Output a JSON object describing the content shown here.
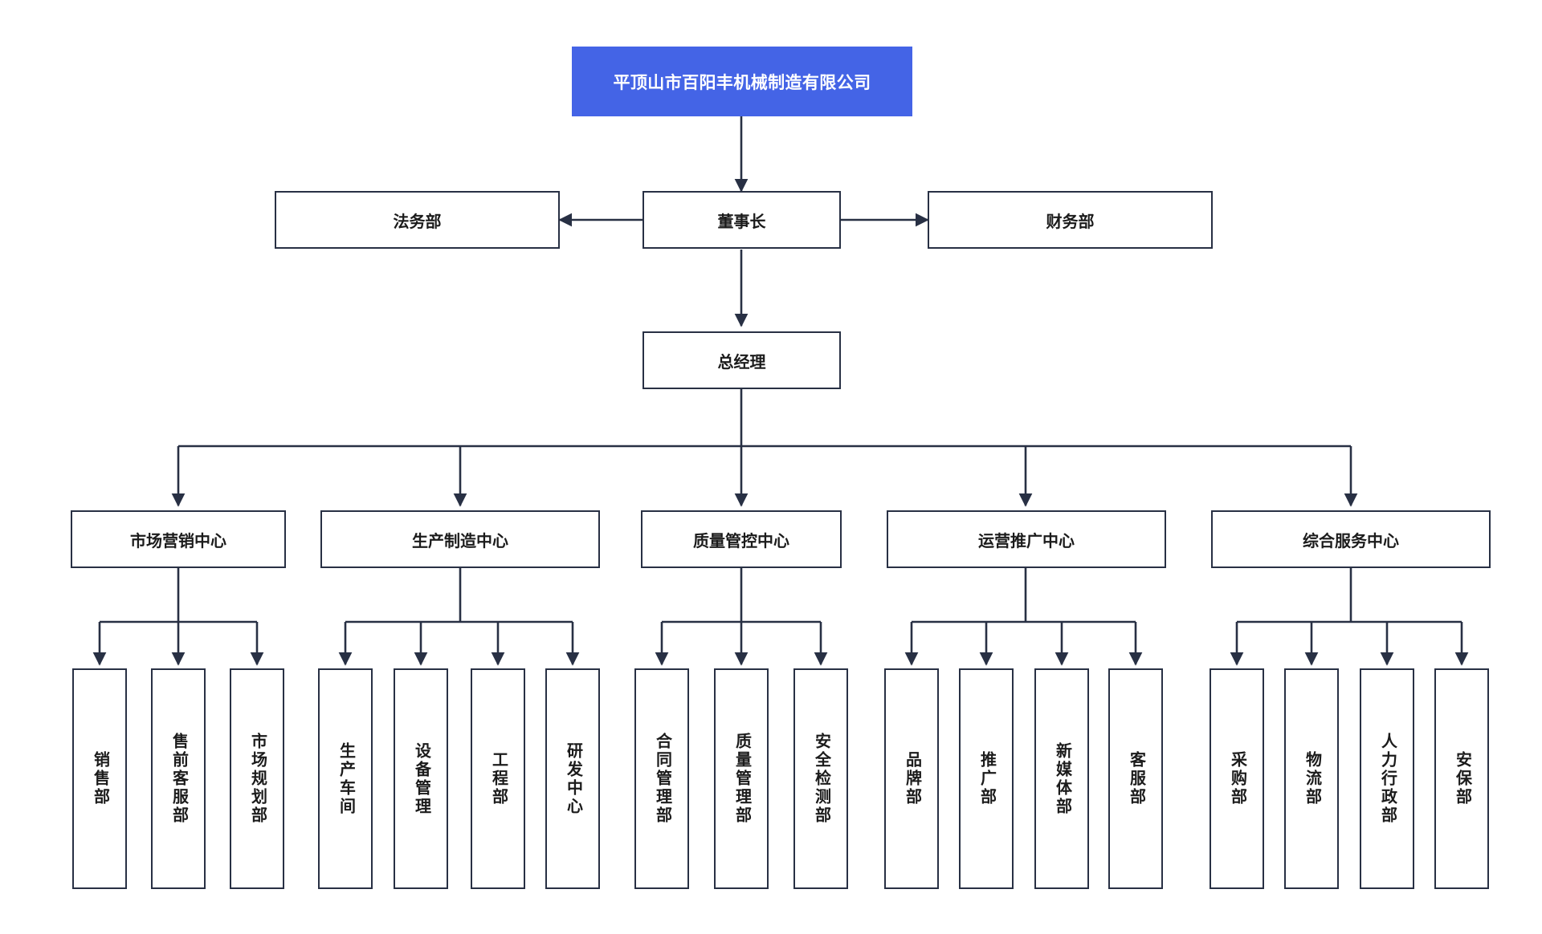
{
  "chart_data": {
    "type": "diagram",
    "diagram_kind": "organization-chart",
    "title": "平顶山市百阳丰机械制造有限公司",
    "orientation": "top-down",
    "colors": {
      "root_fill": "#4464e6",
      "root_text": "#ffffff",
      "node_fill": "#ffffff",
      "node_border": "#283044",
      "node_text": "#1b1b1b",
      "connector": "#283044"
    },
    "levels": [
      "company",
      "chairman + staff departments",
      "general manager",
      "centers",
      "departments"
    ]
  },
  "root": {
    "id": "company",
    "label": "平顶山市百阳丰机械制造有限公司"
  },
  "chairman": {
    "id": "chairman",
    "label": "董事长"
  },
  "staff": [
    {
      "id": "legal",
      "label": "法务部",
      "side": "left"
    },
    {
      "id": "finance",
      "label": "财务部",
      "side": "right"
    }
  ],
  "general_manager": {
    "id": "gm",
    "label": "总经理"
  },
  "centers": [
    {
      "id": "marketing-center",
      "label": "市场营销中心",
      "departments": [
        {
          "id": "sales-dept",
          "label": "销售部"
        },
        {
          "id": "presales-service-dept",
          "label": "售前客服部"
        },
        {
          "id": "market-planning-dept",
          "label": "市场规划部"
        }
      ]
    },
    {
      "id": "manufacturing-center",
      "label": "生产制造中心",
      "departments": [
        {
          "id": "production-workshop",
          "label": "生产车间"
        },
        {
          "id": "equipment-management",
          "label": "设备管理"
        },
        {
          "id": "engineering-dept",
          "label": "工程部"
        },
        {
          "id": "rd-center",
          "label": "研发中心"
        }
      ]
    },
    {
      "id": "quality-control-center",
      "label": "质量管控中心",
      "departments": [
        {
          "id": "contract-management-dept",
          "label": "合同管理部"
        },
        {
          "id": "quality-management-dept",
          "label": "质量管理部"
        },
        {
          "id": "safety-inspection-dept",
          "label": "安全检测部"
        }
      ]
    },
    {
      "id": "operations-promotion-center",
      "label": "运营推广中心",
      "departments": [
        {
          "id": "brand-dept",
          "label": "品牌部"
        },
        {
          "id": "promotion-dept",
          "label": "推广部"
        },
        {
          "id": "new-media-dept",
          "label": "新媒体部"
        },
        {
          "id": "customer-service-dept",
          "label": "客服部"
        }
      ]
    },
    {
      "id": "general-services-center",
      "label": "综合服务中心",
      "departments": [
        {
          "id": "procurement-dept",
          "label": "采购部"
        },
        {
          "id": "logistics-dept",
          "label": "物流部"
        },
        {
          "id": "hr-admin-dept",
          "label": "人力行政部"
        },
        {
          "id": "security-dept",
          "label": "安保部"
        }
      ]
    }
  ]
}
